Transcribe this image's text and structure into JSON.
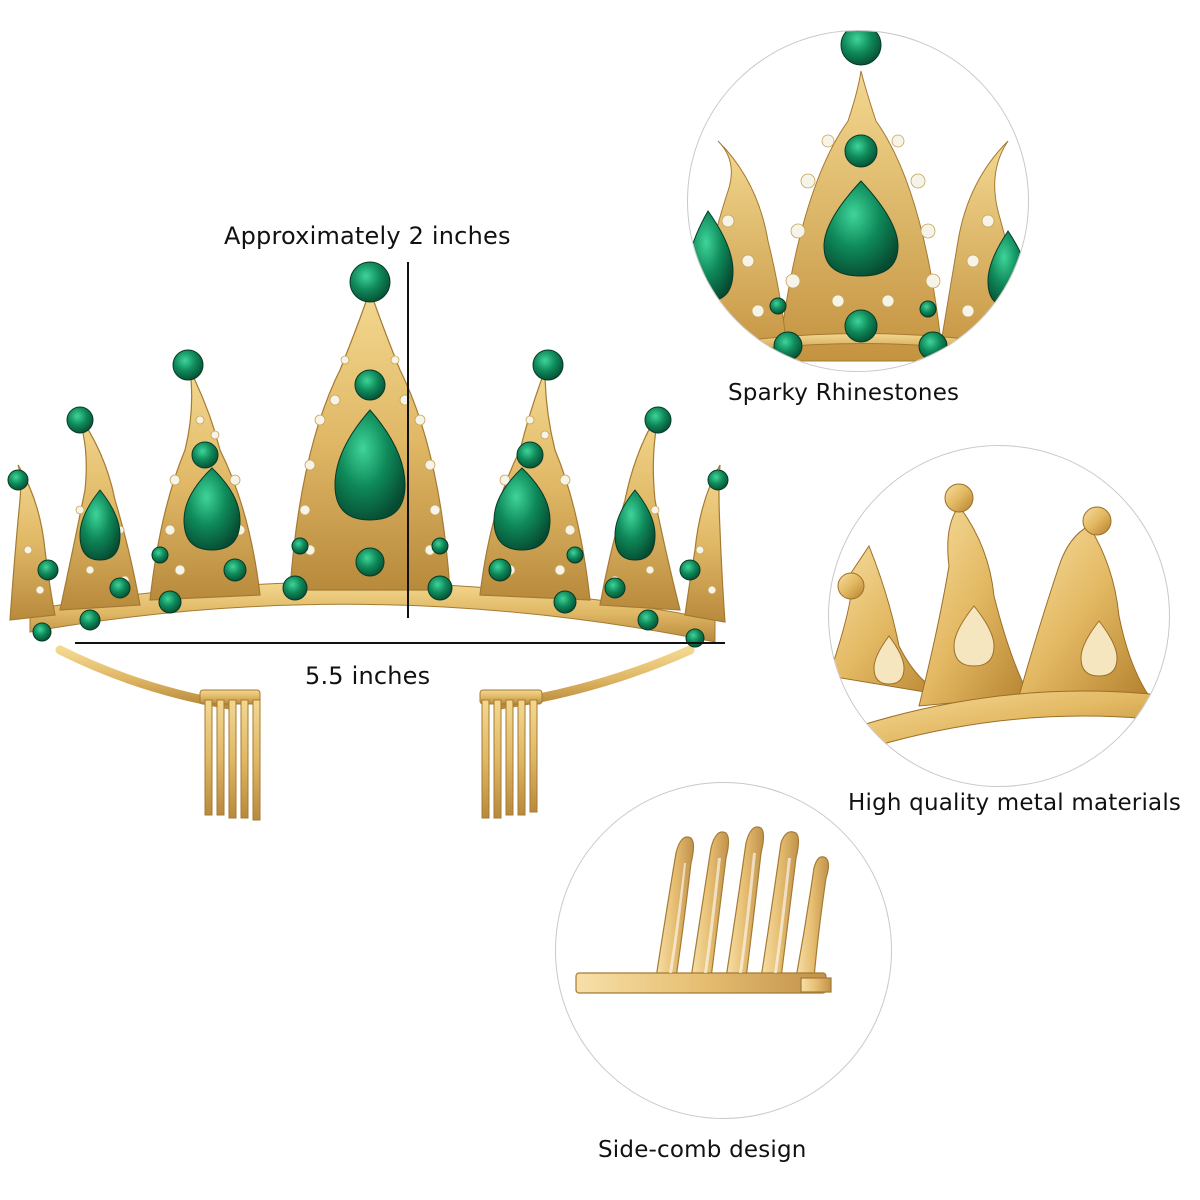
{
  "labels": {
    "height_dimension": "Approximately 2 inches",
    "width_dimension": "5.5 inches",
    "detail_rhinestones": "Sparky Rhinestones",
    "detail_metal": "High quality metal materials",
    "detail_comb": "Side-comb design"
  },
  "colors": {
    "emerald": "#0f8a5a",
    "emerald_dark": "#06573a",
    "gold": "#e4bf6e",
    "gold_dark": "#b88a3c",
    "rhinestone": "#f4f1e6"
  }
}
